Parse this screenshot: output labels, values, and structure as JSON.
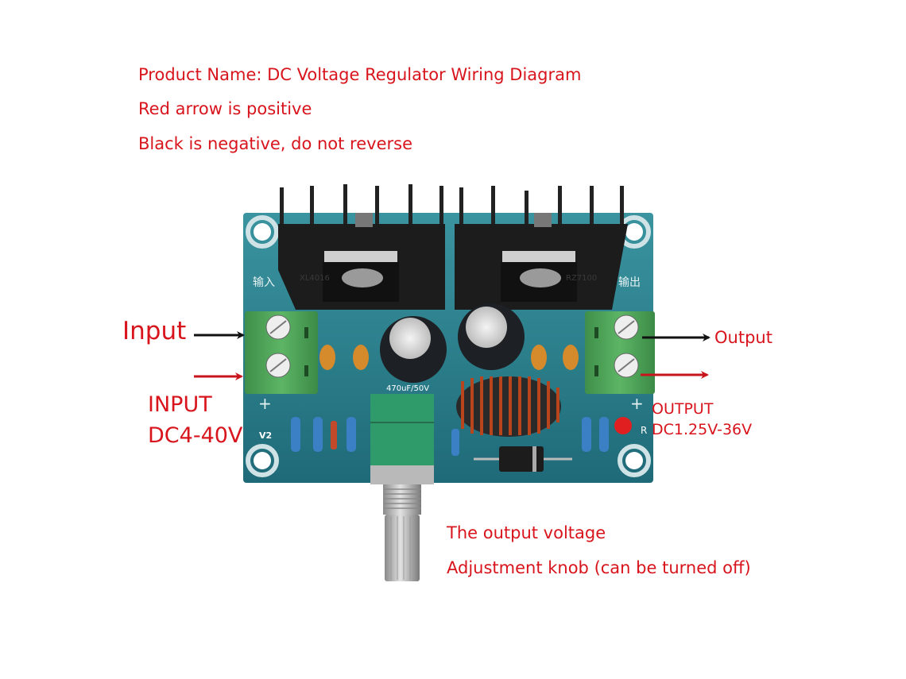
{
  "header": {
    "title": "Product Name: DC Voltage Regulator Wiring Diagram",
    "line2": "Red arrow is positive",
    "line3": "Black is negative, do not reverse"
  },
  "labels": {
    "input": "Input",
    "input_spec_1": "INPUT",
    "input_spec_2": "DC4-40V",
    "output": "Output",
    "output_spec_1": "OUTPUT",
    "output_spec_2": "DC1.25V-36V",
    "knob_1": "The output voltage",
    "knob_2": "Adjustment knob (can be turned off)"
  },
  "board": {
    "silk_input": "输入",
    "silk_output": "输出",
    "chip_left": "XL4016",
    "chip_right": "RZ7100",
    "cap_label": "470uF/50V",
    "v2_label": "V2",
    "r_label": "R",
    "plus": "+"
  },
  "colors": {
    "annotation_red": "#d8141c",
    "arrow_positive": "#c8141c",
    "arrow_negative": "#111111",
    "pcb": "#2f7f8c",
    "terminal": "#4fa35a",
    "heatsink": "#1c1c1c"
  }
}
